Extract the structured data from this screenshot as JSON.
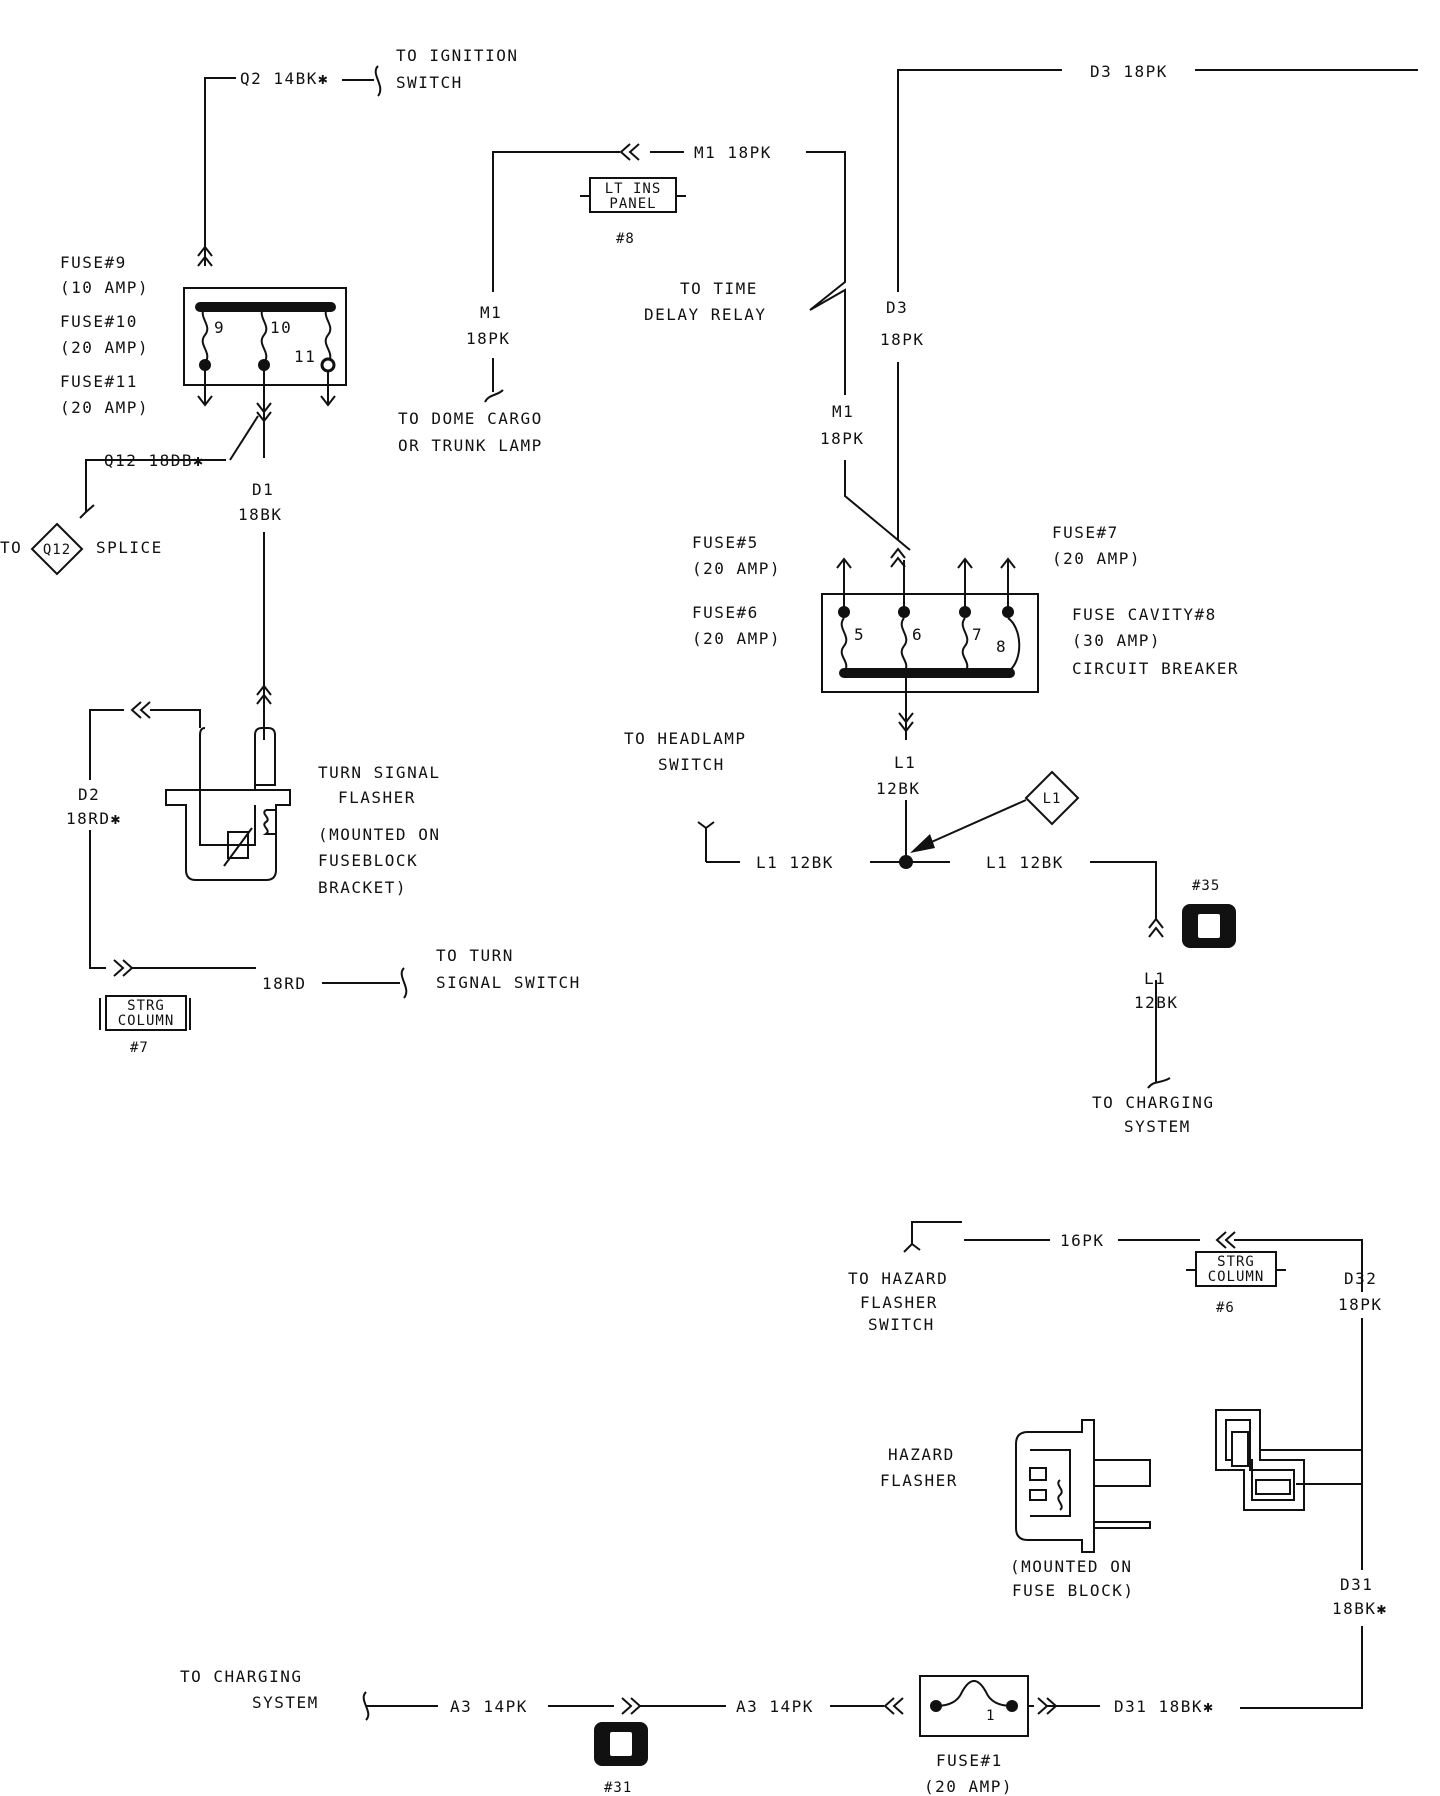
{
  "labels": {
    "q2": "Q2 14BK✱",
    "to_ign_1": "TO IGNITION",
    "to_ign_2": "SWITCH",
    "fuse9": "FUSE#9",
    "fuse9_amp": "(10 AMP)",
    "fuse10": "FUSE#10",
    "fuse10_amp": "(20 AMP)",
    "fuse11": "FUSE#11",
    "fuse11_amp": "(20 AMP)",
    "n9": "9",
    "n10": "10",
    "n11": "11",
    "q12": "Q12 18DB✱",
    "to_q12_to": "TO",
    "q12_tag": "Q12",
    "to_q12_splice": "SPLICE",
    "d1": "D1",
    "d1_g": "18BK",
    "m1_top": "M1 18PK",
    "lt_ins_1": "LT INS",
    "lt_ins_2": "PANEL",
    "conn8": "#8",
    "m1_left": "M1",
    "m1_left_g": "18PK",
    "to_dome_1": "TO DOME CARGO",
    "to_dome_2": "OR TRUNK LAMP",
    "to_time_1": "TO TIME",
    "to_time_2": "DELAY RELAY",
    "m1_mid": "M1",
    "m1_mid_g": "18PK",
    "d3_top": "D3 18PK",
    "d3": "D3",
    "d3_g": "18PK",
    "fuse5": "FUSE#5",
    "fuse5_amp": "(20 AMP)",
    "fuse6": "FUSE#6",
    "fuse6_amp": "(20 AMP)",
    "fuse7": "FUSE#7",
    "fuse7_amp": "(20 AMP)",
    "cav8_1": "FUSE CAVITY#8",
    "cav8_2": "(30 AMP)",
    "cav8_3": "CIRCUIT BREAKER",
    "n5": "5",
    "n6": "6",
    "n7": "7",
    "n8": "8",
    "to_head_1": "TO HEADLAMP",
    "to_head_2": "SWITCH",
    "l1": "L1",
    "l1_g": "12BK",
    "l1_tag": "L1",
    "l1_left": "L1 12BK",
    "l1_right": "L1 12BK",
    "conn35": "#35",
    "l1_lo": "L1",
    "l1_lo_g": "12BK",
    "to_chg_r1": "TO CHARGING",
    "to_chg_r2": "SYSTEM",
    "turn_1": "TURN SIGNAL",
    "turn_2": "FLASHER",
    "turn_3": "(MOUNTED ON",
    "turn_4": "FUSEBLOCK",
    "turn_5": "BRACKET)",
    "d2": "D2",
    "d2_g": "18RD✱",
    "rd": "18RD",
    "to_turn_1": "TO TURN",
    "to_turn_2": "SIGNAL SWITCH",
    "strg_1": "STRG",
    "strg_2": "COLUMN",
    "conn7": "#7",
    "pk16": "16PK",
    "to_haz_1": "TO HAZARD",
    "to_haz_2": "FLASHER",
    "to_haz_3": "SWITCH",
    "strg6_1": "STRG",
    "strg6_2": "COLUMN",
    "conn6": "#6",
    "d32": "D32",
    "d32_g": "18PK",
    "haz_1": "HAZARD",
    "haz_2": "FLASHER",
    "haz_mnt_1": "(MOUNTED ON",
    "haz_mnt_2": "FUSE BLOCK)",
    "d31": "D31",
    "d31_g": "18BK✱",
    "to_chg_l1": "TO CHARGING",
    "to_chg_l2": "SYSTEM",
    "a3_l": "A3 14PK",
    "a3_r": "A3 14PK",
    "d31_bot": "D31 18BK✱",
    "fuse1_n": "1",
    "fuse1": "FUSE#1",
    "fuse1_amp": "(20 AMP)",
    "conn31": "#31"
  }
}
